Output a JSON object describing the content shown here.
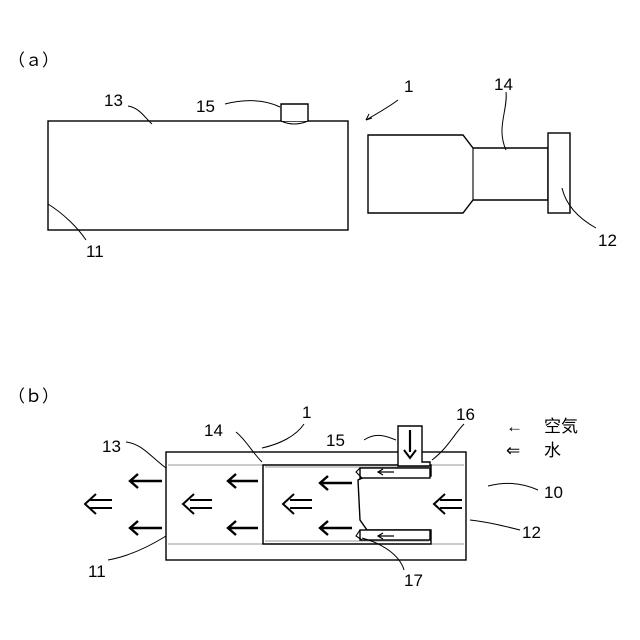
{
  "panel_a": {
    "caption": "（ａ）",
    "labels": {
      "l13": "13",
      "l15": "15",
      "l1": "1",
      "l14": "14",
      "l11": "11",
      "l12": "12"
    }
  },
  "panel_b": {
    "caption": "（ｂ）",
    "labels": {
      "l13": "13",
      "l14": "14",
      "l1": "1",
      "l15": "15",
      "l16": "16",
      "l10": "10",
      "l12": "12",
      "l11": "11",
      "l17": "17"
    },
    "legend": {
      "air_symbol": "←",
      "air_label": "空気",
      "water_symbol": "⇐",
      "water_label": "水"
    }
  }
}
